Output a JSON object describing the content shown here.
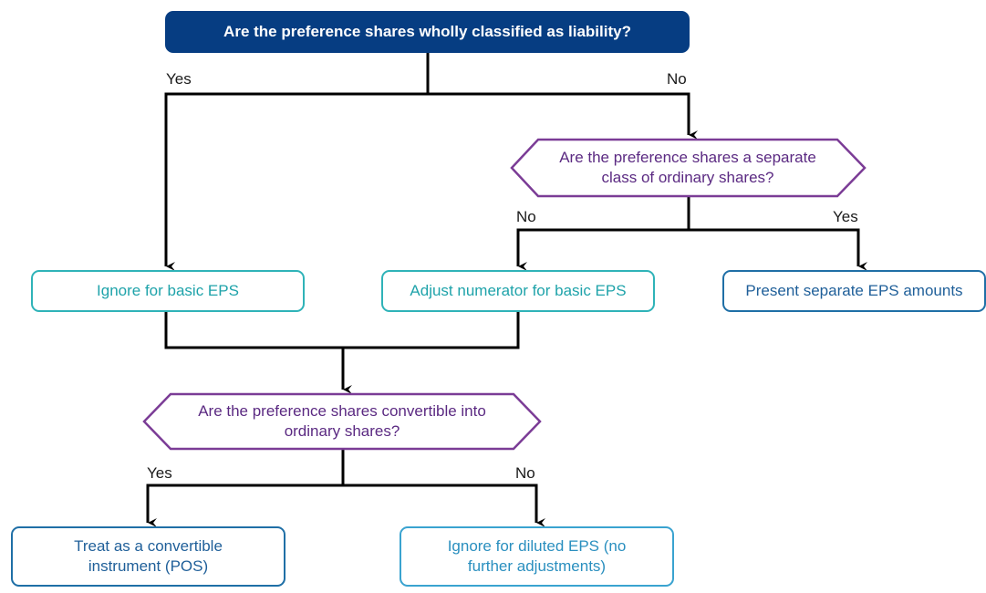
{
  "diagram": {
    "q1": "Are the preference shares wholly classified as liability?",
    "q2": "Are the preference shares a separate class of ordinary shares?",
    "q3": "Are the preference shares convertible into ordinary shares?",
    "ignore_basic": "Ignore for basic EPS",
    "adjust_numerator": "Adjust numerator for basic EPS",
    "present_separate": "Present separate EPS amounts",
    "treat_convertible": "Treat as a convertible instrument (POS)",
    "ignore_diluted": "Ignore for diluted EPS (no further adjustments)",
    "labels": {
      "q1_yes": "Yes",
      "q1_no": "No",
      "q2_no": "No",
      "q2_yes": "Yes",
      "q3_yes": "Yes",
      "q3_no": "No"
    },
    "colors": {
      "main": "#063d82",
      "teal": "#2fb3b8",
      "purple": "#7b3c96",
      "blue": "#1f6fa6",
      "sky": "#3aa3d0",
      "line": "#000000"
    }
  }
}
